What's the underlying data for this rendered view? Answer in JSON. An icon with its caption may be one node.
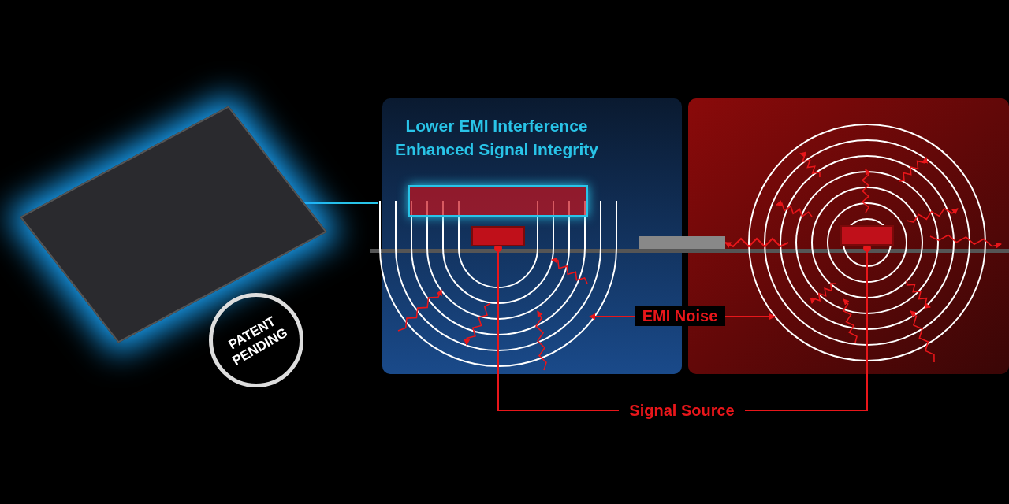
{
  "diagram": {
    "nodes": [
      {
        "text": [],
        "shape": "box"
      },
      {
        "text": [
          "Lower EMI Interference",
          "Enhanced Signal Integrity"
        ]
      },
      {
        "text": [],
        "shape": "box"
      },
      {
        "text": [],
        "shape": "box"
      },
      {
        "text": [
          "Signal Source"
        ]
      },
      {
        "text": [
          "EMI Noise"
        ]
      },
      {
        "text": [
          "PATENT PENDING"
        ]
      },
      {
        "text": [],
        "shape": "bar"
      }
    ],
    "edges": [
      {
        "from": 0,
        "to": 1,
        "arrow": "other",
        "color": "#29c4e8"
      },
      {
        "from": 2,
        "to": 4,
        "arrow": "other"
      },
      {
        "from": 3,
        "to": 4,
        "arrow": "other"
      },
      {
        "from": 5,
        "to": null,
        "arrow": "to"
      },
      {
        "from": 5,
        "to": 3,
        "arrow": "to"
      },
      {
        "from": 3,
        "to": 7,
        "arrow": "to"
      }
    ]
  }
}
